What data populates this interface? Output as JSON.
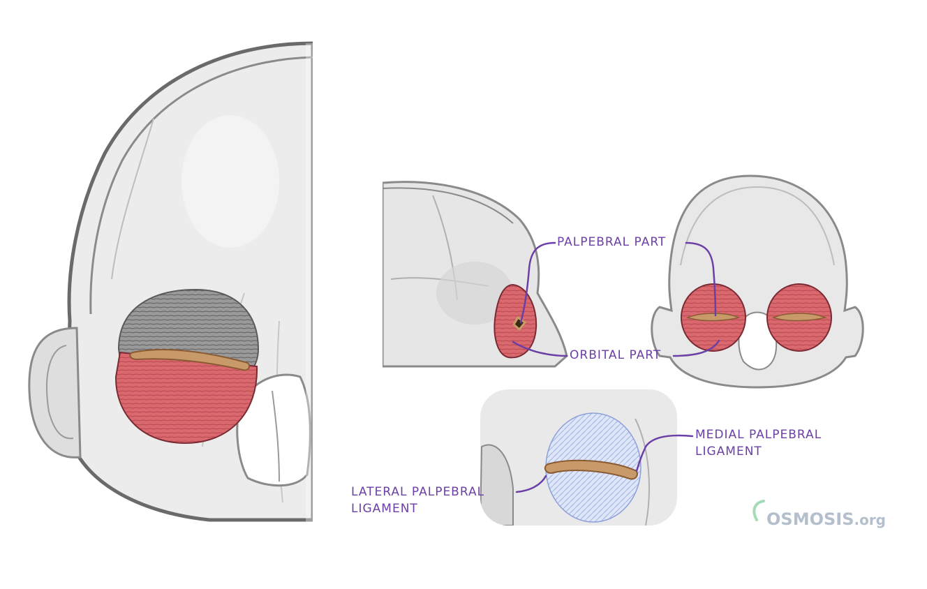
{
  "labels": {
    "palpebral_part": "PALPEBRAL PART",
    "orbital_part": "ORBITAL PART",
    "medial_palpebral_ligament_line1": "MEDIAL PALPEBRAL",
    "medial_palpebral_ligament_line2": "LIGAMENT",
    "lateral_palpebral_ligament_line1": "LATERAL PALPEBRAL",
    "lateral_palpebral_ligament_line2": "LIGAMENT"
  },
  "watermark": {
    "brand": "OSMOSIS",
    "suffix": ".org"
  },
  "colors": {
    "label_purple": "#6b3fa6",
    "muscle_red": "#d9696e",
    "tarsal_tan": "#c89a6a",
    "ligament_blue": "#b9c8ec",
    "bone_gray": "#e6e6e6",
    "watermark_gray": "#a8b4c4"
  }
}
